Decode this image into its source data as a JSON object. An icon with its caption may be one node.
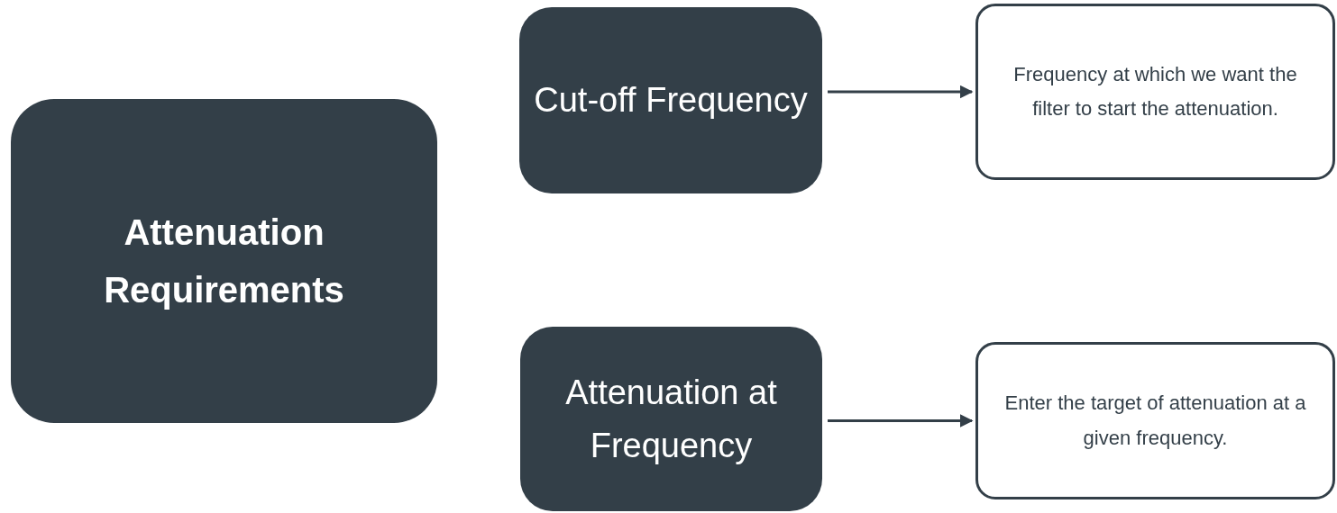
{
  "diagram": {
    "nodes": [
      {
        "text": [
          "Attenuation Requirements"
        ]
      },
      {
        "text": [
          "Cut-off Frequency"
        ]
      },
      {
        "text": [
          "Frequency at which we want the filter to start the attenuation."
        ]
      },
      {
        "text": [
          "Attenuation at Frequency"
        ]
      },
      {
        "text": [
          "Enter the target of attenuation at a given frequency."
        ]
      }
    ],
    "edges": [
      {
        "from": 1,
        "to": 2,
        "arrow": "to"
      },
      {
        "from": 3,
        "to": 4,
        "arrow": "to"
      }
    ]
  }
}
